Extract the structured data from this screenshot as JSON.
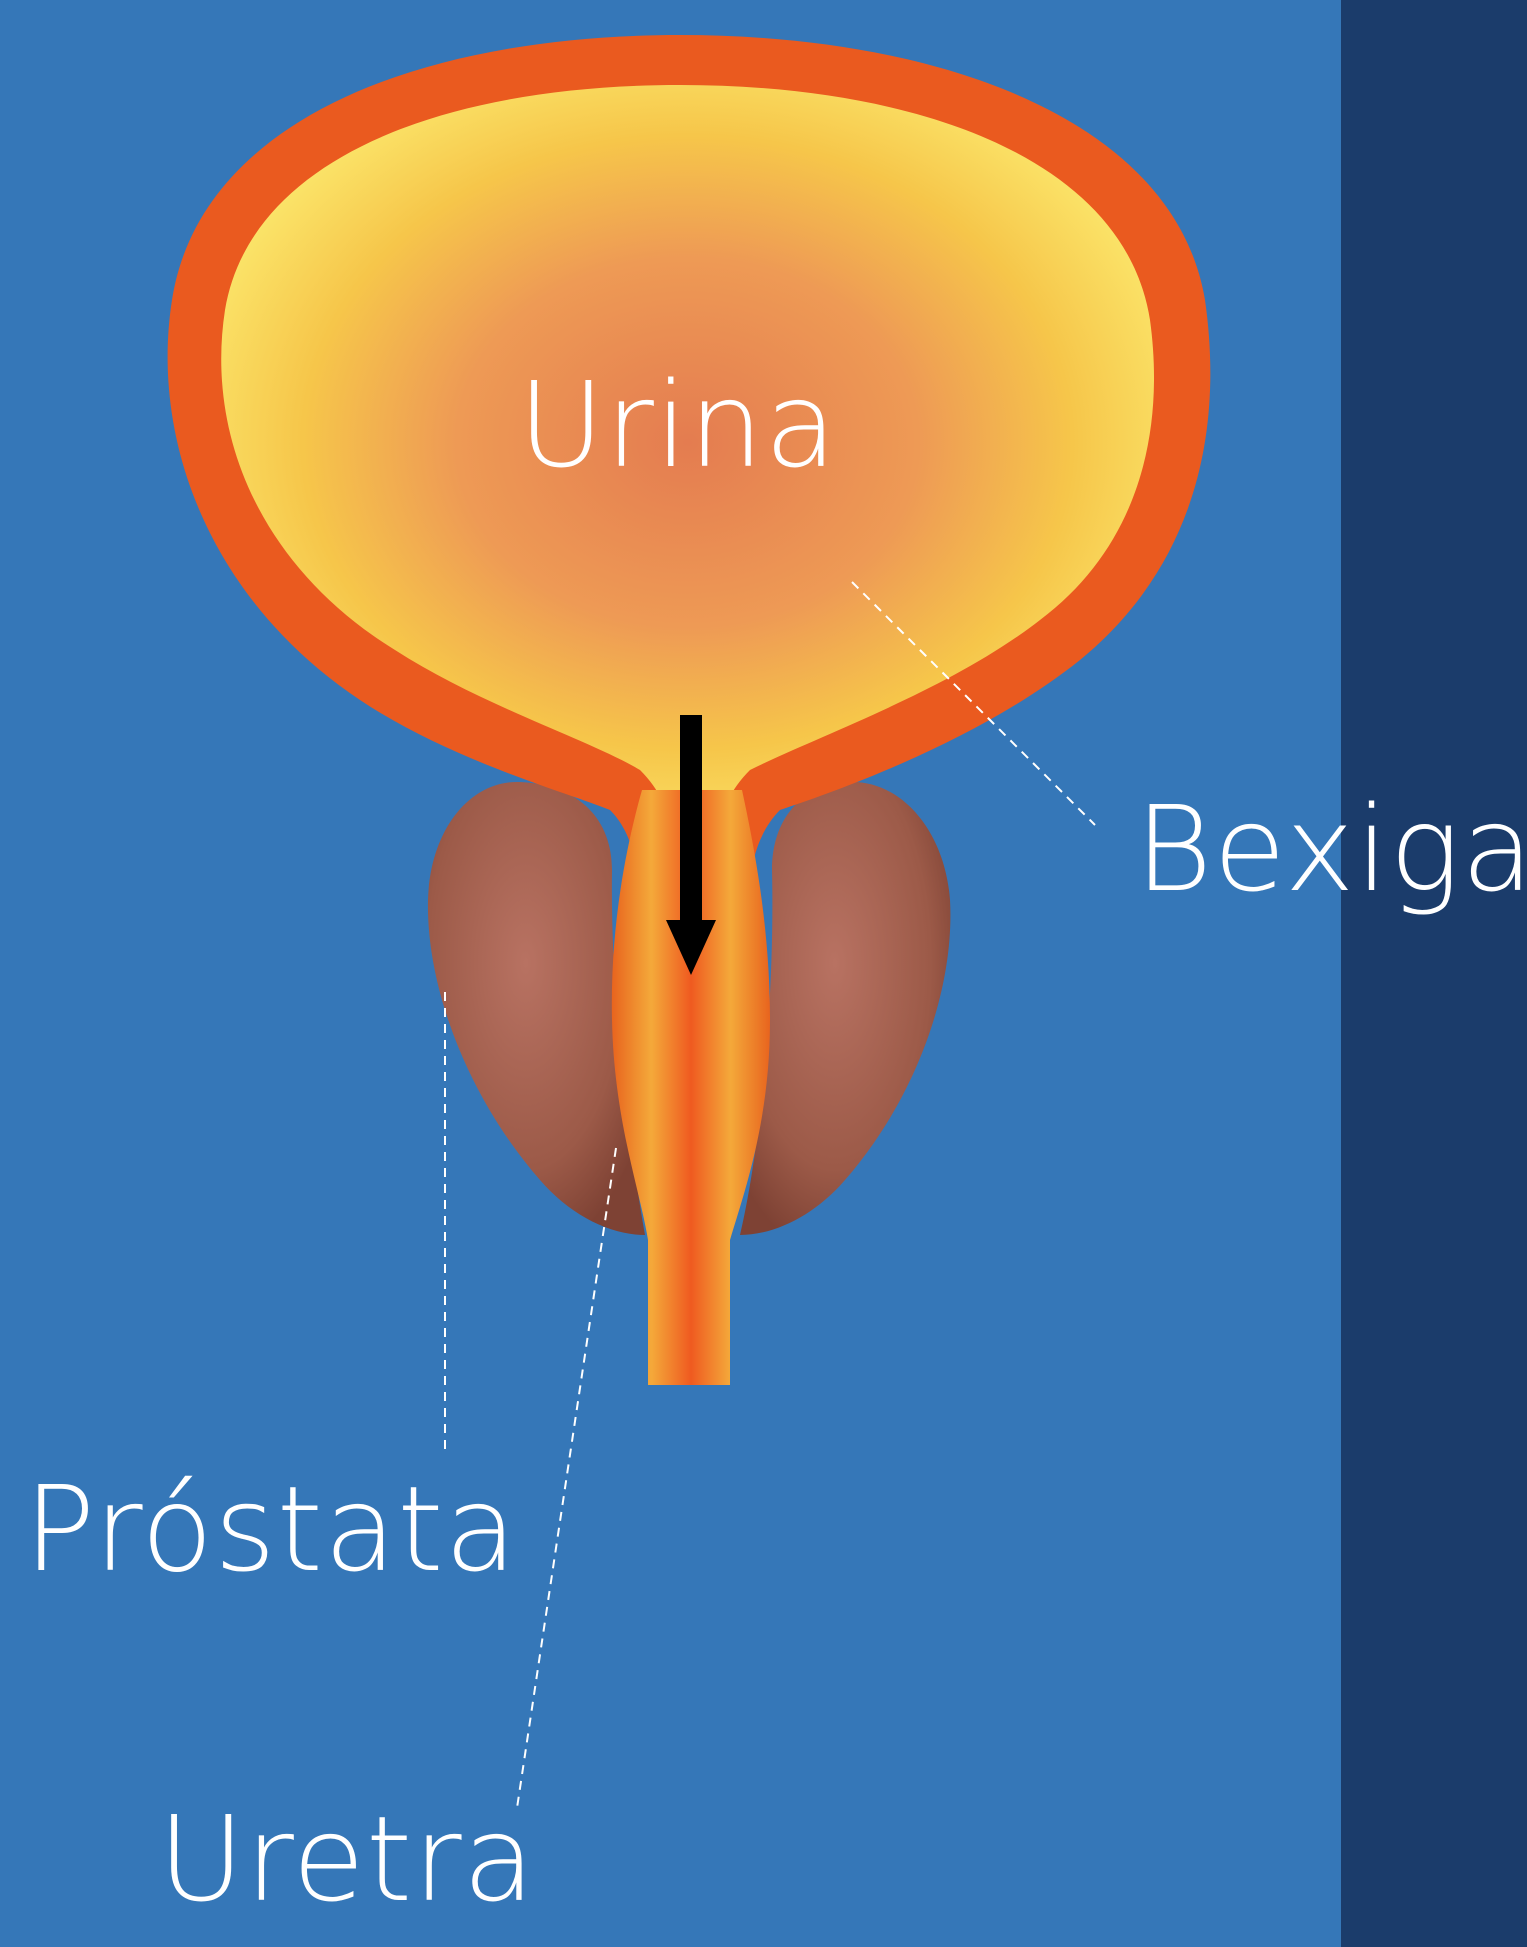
{
  "labels": {
    "urina": "Urina",
    "bexiga": "Bexiga",
    "prostata": "Próstata",
    "uretra": "Uretra"
  },
  "colors": {
    "background_main": "#3577b8",
    "background_side": "#1b3c6b",
    "bladder_wall": "#ea5a1f",
    "bladder_inner": "#f8d04a",
    "bladder_center": "#e8864a",
    "prostate": "#a6614f",
    "urethra": "#ef5a20",
    "arrow": "#000000",
    "label_text": "#ffffff",
    "leader_line": "#ffffff"
  },
  "icons": {
    "flow_arrow": "arrow-down-icon"
  }
}
